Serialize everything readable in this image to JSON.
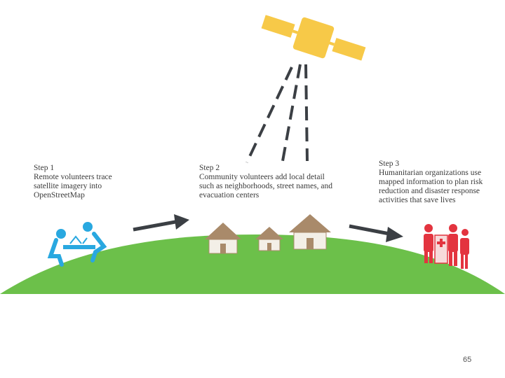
{
  "steps": [
    {
      "title": "Step 1",
      "description": "Remote volunteers trace satellite imagery into OpenStreetMap"
    },
    {
      "title": "Step 2",
      "description": "Community volunteers add local detail such as neighborhoods, street names, and evacuation centers"
    },
    {
      "title": "Step 3",
      "description": "Humanitarian organizations use mapped information to plan risk reduction and disaster response activities that save lives"
    }
  ],
  "page_number": "65",
  "colors": {
    "satellite": "#f7c948",
    "ground": "#6cc04a",
    "volunteers": "#29a8e0",
    "huts_roof": "#a98a6a",
    "huts_body": "#f3efe7",
    "responders": "#e3343f",
    "arrows": "#3b3f44",
    "text": "#3a3a3a"
  },
  "icons": [
    "satellite-icon",
    "volunteers-icon",
    "huts-icon",
    "responders-icon"
  ]
}
